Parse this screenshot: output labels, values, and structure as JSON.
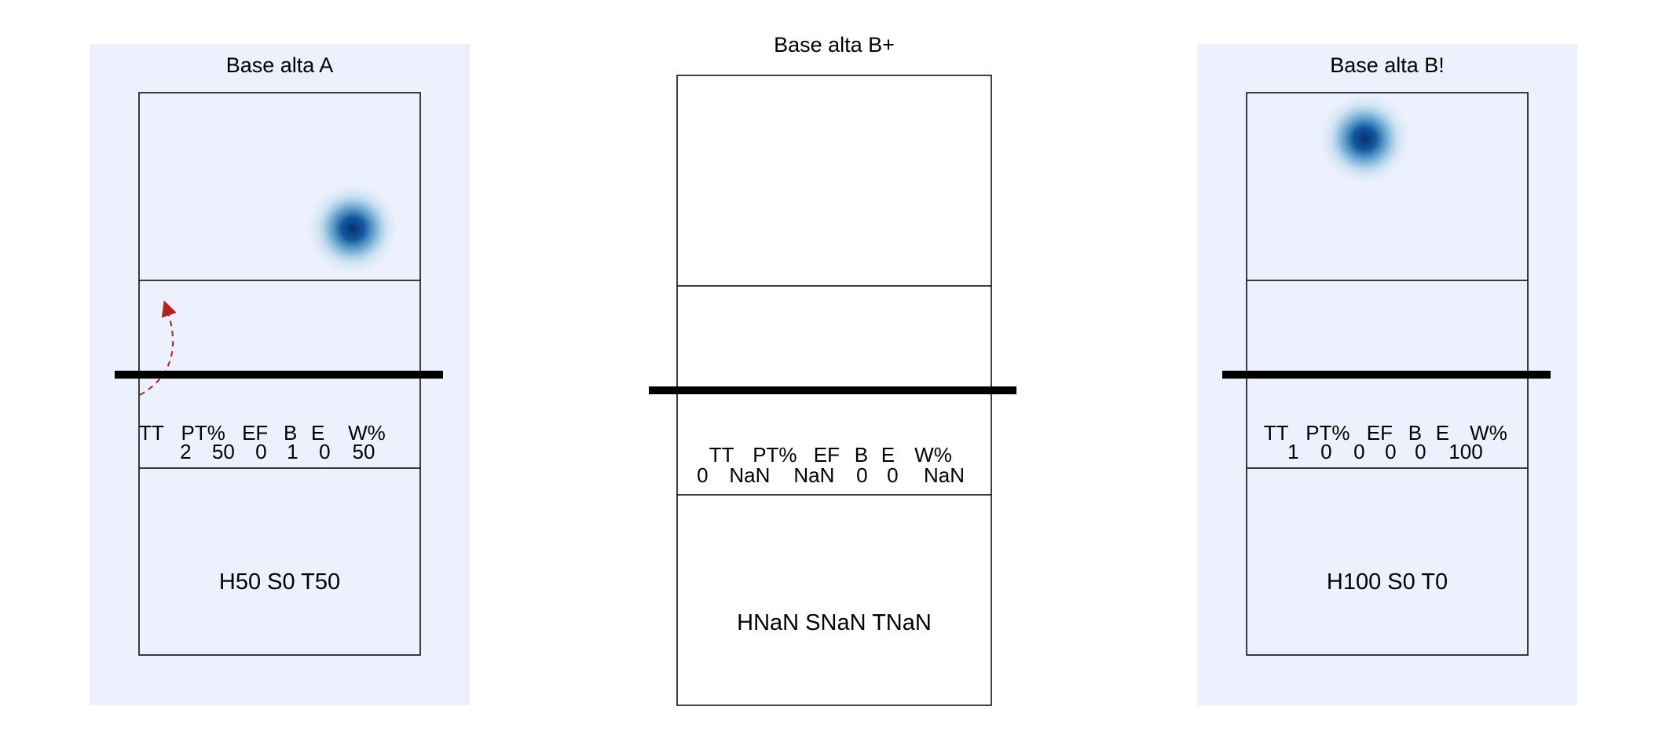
{
  "chart_data": [
    {
      "type": "heatmap",
      "title": "Base alta A",
      "highlighted": true,
      "stats_header": [
        "TT",
        "PT%",
        "EF",
        "B",
        "E",
        "W%"
      ],
      "stats_values": [
        "2",
        "50",
        "0",
        "1",
        "0",
        "50"
      ],
      "summary": "H50 S0 T50",
      "hotspot": {
        "x": 0.76,
        "y": 0.2
      },
      "arrow": true
    },
    {
      "type": "heatmap",
      "title": "Base alta B+",
      "highlighted": false,
      "stats_header": [
        "TT",
        "PT%",
        "EF",
        "B",
        "E",
        "W%"
      ],
      "stats_values": [
        "0",
        "NaN",
        "NaN",
        "0",
        "0",
        "NaN"
      ],
      "summary": "HNaN SNaN TNaN",
      "hotspot": null,
      "arrow": false
    },
    {
      "type": "heatmap",
      "title": "Base alta B!",
      "highlighted": true,
      "stats_header": [
        "TT",
        "PT%",
        "EF",
        "B",
        "E",
        "W%"
      ],
      "stats_values": [
        "1",
        "0",
        "0",
        "0",
        "0",
        "100"
      ],
      "summary": "H100 S0 T0",
      "hotspot": {
        "x": 0.42,
        "y": 0.04
      },
      "arrow": false
    }
  ],
  "colors": {
    "panel_highlight": "#ecf1fd",
    "court_line": "#000000",
    "heat_core": "#08519c",
    "heat_mid": "#6baed6",
    "arrow": "#b22222"
  }
}
